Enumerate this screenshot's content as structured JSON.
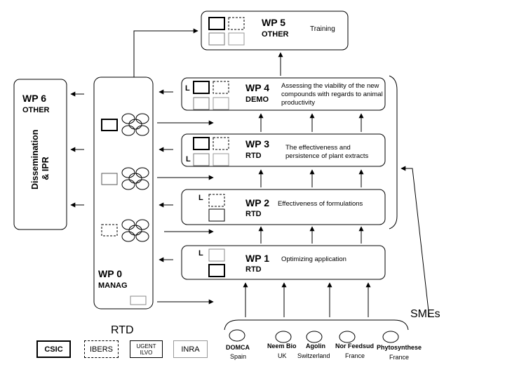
{
  "wp5": {
    "title": "WP 5",
    "type": "OTHER",
    "desc": "Training"
  },
  "wp4": {
    "title": "WP 4",
    "type": "DEMO",
    "lead": "L",
    "desc": "Assessing the viability of the new compounds with regards to animal productivity"
  },
  "wp3": {
    "title": "WP 3",
    "type": "RTD",
    "lead": "L",
    "desc": "The effectiveness and persistence of plant extracts"
  },
  "wp2": {
    "title": "WP 2",
    "type": "RTD",
    "lead": "L",
    "desc": "Effectiveness of formulations"
  },
  "wp1": {
    "title": "WP 1",
    "type": "RTD",
    "lead": "L",
    "desc": "Optimizing application"
  },
  "wp6": {
    "title": "WP 6",
    "type": "OTHER",
    "side": "Dissemination & IPR"
  },
  "wp0": {
    "title": "WP 0",
    "type": "MANAG"
  },
  "smes": {
    "label": "SMEs",
    "items": [
      {
        "name": "DOMCA",
        "country": "Spain"
      },
      {
        "name": "Neem Bio",
        "country": "UK"
      },
      {
        "name": "Agolin",
        "country": "Switzerland"
      },
      {
        "name": "Nor Feedsud",
        "country": "France"
      },
      {
        "name": "Phytosynthese",
        "country": "France"
      }
    ]
  },
  "legend": {
    "title": "RTD",
    "items": [
      {
        "line1": "CSIC",
        "line2": ""
      },
      {
        "line1": "IBERS",
        "line2": ""
      },
      {
        "line1": "UGENT",
        "line2": "ILVO"
      },
      {
        "line1": "INRA",
        "line2": ""
      }
    ]
  }
}
